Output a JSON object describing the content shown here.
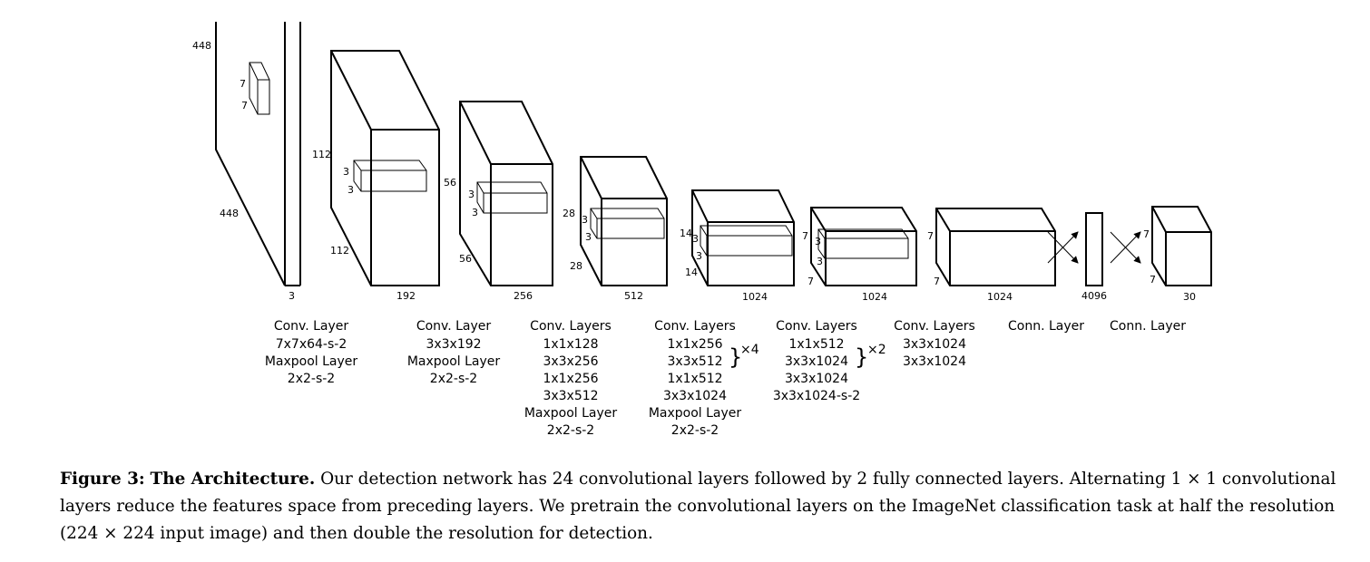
{
  "layers": [
    {
      "dims": [
        "448",
        "448",
        "3"
      ],
      "kernel": [
        "7",
        "7"
      ],
      "label": [
        "Conv. Layer",
        "7x7x64-s-2",
        "Maxpool Layer",
        "2x2-s-2"
      ]
    },
    {
      "dims": [
        "112",
        "112",
        "192"
      ],
      "kernel": [
        "3",
        "3"
      ],
      "label": [
        "Conv. Layer",
        "3x3x192",
        "Maxpool Layer",
        "2x2-s-2"
      ]
    },
    {
      "dims": [
        "56",
        "56",
        "256"
      ],
      "kernel": [
        "3",
        "3"
      ],
      "label": [
        "Conv. Layers",
        "1x1x128",
        "3x3x256",
        "1x1x256",
        "3x3x512",
        "Maxpool Layer",
        "2x2-s-2"
      ]
    },
    {
      "dims": [
        "28",
        "28",
        "512"
      ],
      "kernel": [
        "3",
        "3"
      ],
      "label": [
        "Conv. Layers",
        "1x1x256",
        "3x3x512",
        "1x1x512",
        "3x3x1024",
        "Maxpool Layer",
        "2x2-s-2"
      ],
      "repeat": "×4"
    },
    {
      "dims": [
        "14",
        "14",
        "1024"
      ],
      "kernel": [
        "3",
        "3"
      ],
      "label": [
        "Conv. Layers",
        "1x1x512",
        "3x3x1024",
        "3x3x1024",
        "3x3x1024-s-2"
      ],
      "repeat": "×2"
    },
    {
      "dims": [
        "7",
        "7",
        "1024"
      ],
      "kernel": [
        "3",
        "3"
      ],
      "label": [
        "Conv. Layers",
        "3x3x1024",
        "3x3x1024"
      ]
    },
    {
      "dims": [
        "7",
        "7",
        "1024"
      ],
      "label": [
        "Conn. Layer"
      ]
    },
    {
      "dims": [
        "4096"
      ],
      "label": [
        "Conn. Layer"
      ]
    },
    {
      "dims": [
        "7",
        "7",
        "30"
      ]
    }
  ],
  "caption": {
    "figure": "Figure 3:",
    "title": "The Architecture.",
    "text": "Our detection network has 24 convolutional layers followed by 2 fully connected layers. Alternating 1 × 1 convolutional layers reduce the features space from preceding layers. We pretrain the convolutional layers on the ImageNet classification task at half the resolution (224 × 224 input image) and then double the resolution for detection."
  }
}
